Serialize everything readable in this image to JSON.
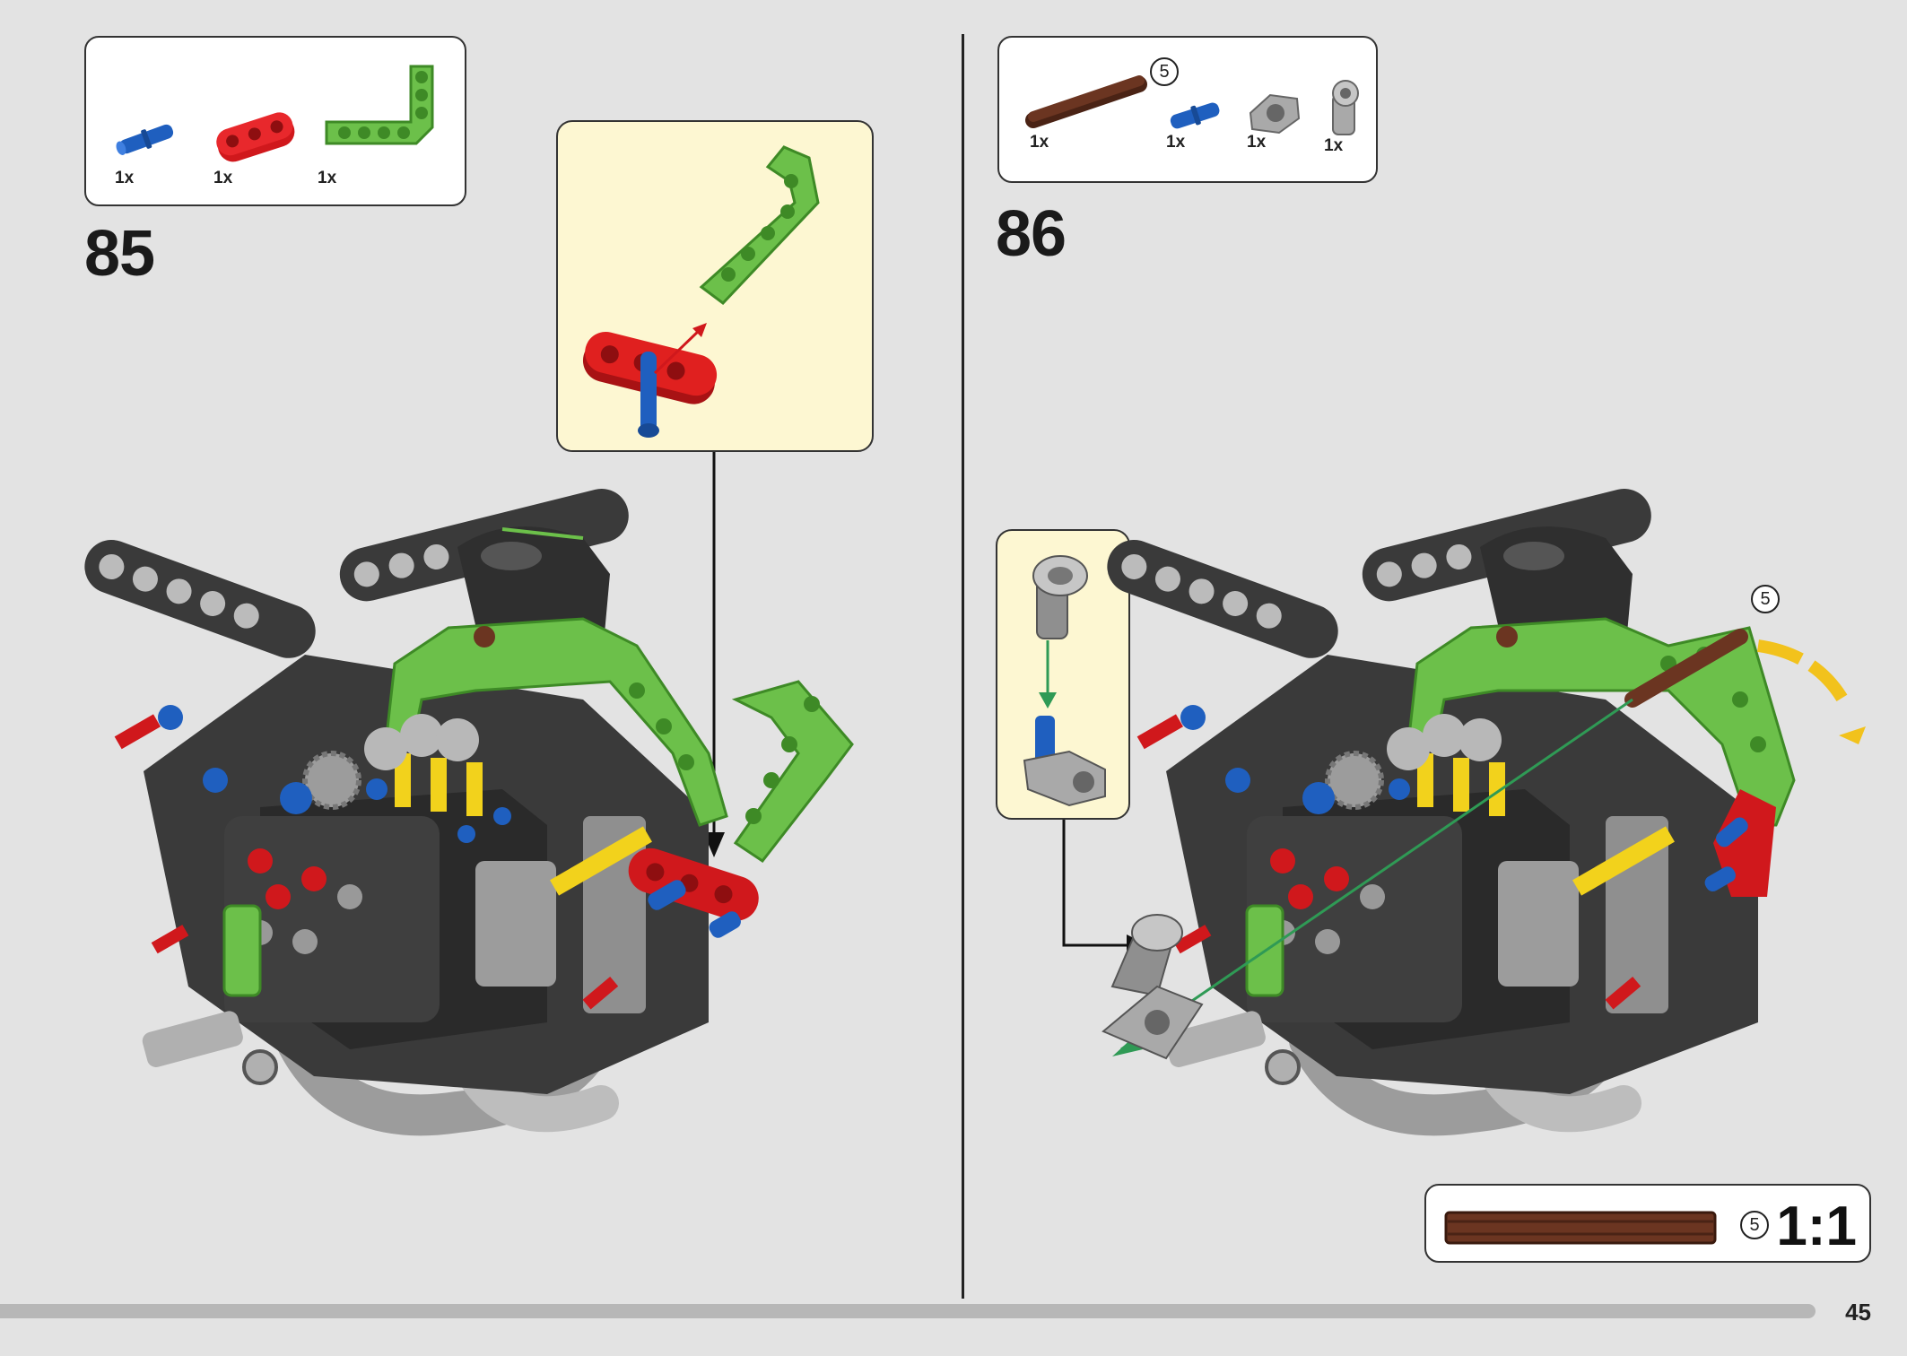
{
  "page": {
    "number": "45"
  },
  "step85": {
    "number": "85",
    "parts": [
      {
        "name": "blue-pin",
        "qty": "1x"
      },
      {
        "name": "red-beam-3",
        "qty": "1x"
      },
      {
        "name": "green-angled-beam",
        "qty": "1x"
      }
    ]
  },
  "step86": {
    "number": "86",
    "parts": [
      {
        "name": "brown-axle-5",
        "qty": "1x",
        "length": "5"
      },
      {
        "name": "blue-pin",
        "qty": "1x"
      },
      {
        "name": "gray-cross-block",
        "qty": "1x"
      },
      {
        "name": "gray-pin-connector",
        "qty": "1x"
      }
    ],
    "axle_callout_length": "5"
  },
  "scale_indicator": {
    "length": "5",
    "ratio": "1:1"
  },
  "colors": {
    "background": "#e3e3e3",
    "callout": "#fdf7d2",
    "lime_green": "#6cc04a",
    "red": "#d0181c",
    "blue": "#1f5fbf",
    "yellow": "#f2d21c",
    "dark_gray": "#3a3a3a",
    "light_gray": "#a9a9a9",
    "brown": "#6b3521"
  }
}
